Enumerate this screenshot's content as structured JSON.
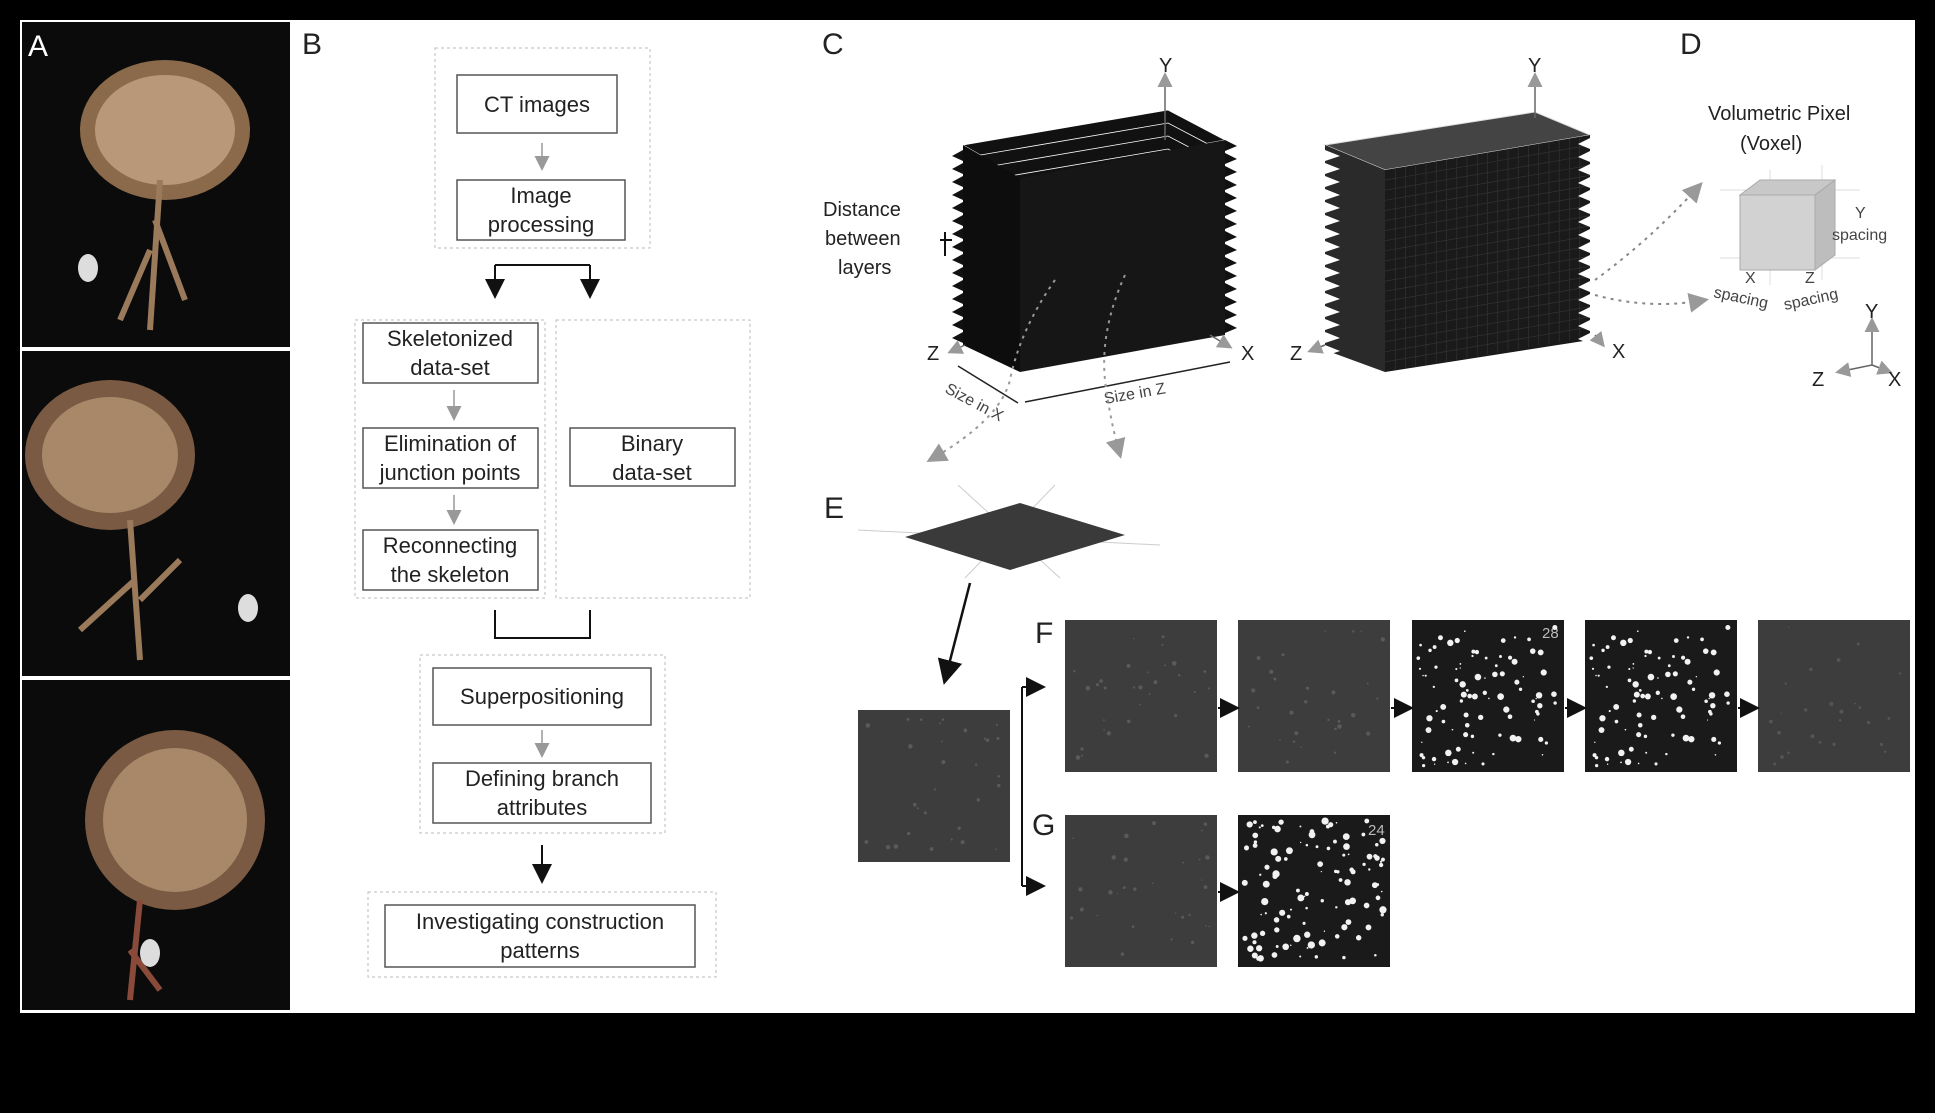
{
  "panels": {
    "a": "A",
    "b": "B",
    "c": "C",
    "d": "D",
    "e": "E",
    "f": "F",
    "g": "G"
  },
  "flowchart": {
    "ct_images": "CT images",
    "image_processing": [
      "Image",
      "processing"
    ],
    "skeletonized": [
      "Skeletonized",
      "data-set"
    ],
    "elimination": [
      "Elimination of",
      "junction points"
    ],
    "reconnecting": [
      "Reconnecting",
      "the skeleton"
    ],
    "binary": [
      "Binary",
      "data-set"
    ],
    "superpositioning": "Superpositioning",
    "defining": [
      "Defining branch",
      "attributes"
    ],
    "investigating": [
      "Investigating construction",
      "patterns"
    ]
  },
  "stack": {
    "distance": [
      "Distance",
      "between",
      "layers"
    ],
    "axis_y": "Y",
    "axis_x": "X",
    "axis_z": "Z",
    "size_x": "Size in X",
    "size_z": "Size in Z"
  },
  "voxel": {
    "title": [
      "Volumetric Pixel",
      "(Voxel)"
    ],
    "y_label": "Y",
    "y_spacing": "spacing",
    "x_label": "X",
    "x_spacing": "spacing",
    "z_label": "Z",
    "z_spacing": "spacing",
    "axis_y": "Y",
    "axis_z": "Z",
    "axis_x": "X"
  },
  "slices": {
    "f_count": "28",
    "g_count": "24"
  },
  "colors": {
    "frame_bg": "#000000",
    "figure_bg": "#ffffff",
    "slice_gray": "#3d3d3d",
    "binary_black": "#1a1a1a",
    "box_stroke": "#555555",
    "dashed_stroke": "#bbbbbb"
  }
}
